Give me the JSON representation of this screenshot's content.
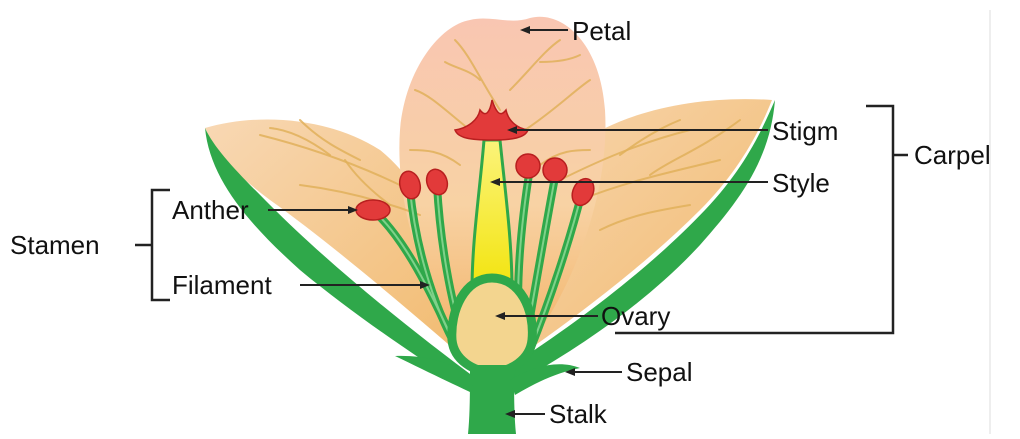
{
  "labels": {
    "petal": "Petal",
    "stigma": "Stigm",
    "style": "Style",
    "carpel": "Carpel",
    "anther": "Anther",
    "stamen": "Stamen",
    "filament": "Filament",
    "ovary": "Ovary",
    "sepal": "Sepal",
    "stalk": "Stalk"
  },
  "colors": {
    "petal_fill": "#f7c9a0",
    "petal_pink": "#f9c4b0",
    "plant_green": "#2fa84a",
    "style_yellow": "#f6ec1f",
    "anther_red": "#e23a3a",
    "label_text": "#111111"
  }
}
